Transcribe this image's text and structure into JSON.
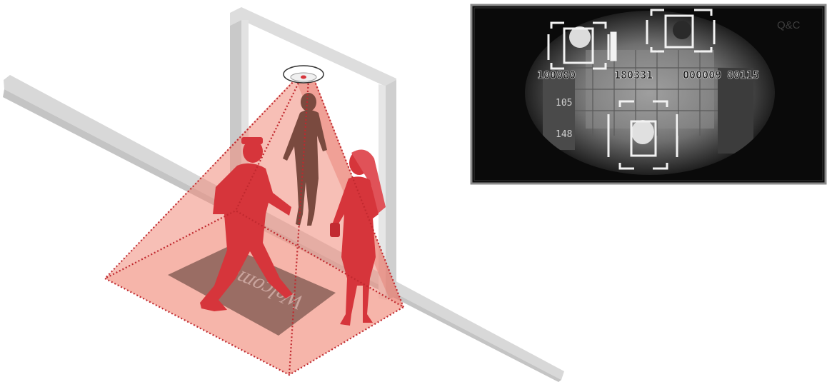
{
  "scene": {
    "floor_mat_text": "Welcome",
    "colors": {
      "coverage_fill": "#f08a7a",
      "coverage_outline": "#c0282e",
      "person_near": "#d6353b",
      "person_far": "#7a4a3f",
      "wall": "#dedede",
      "wall_shade": "#bdbdbd",
      "mat": "#8a6058"
    }
  },
  "camera_view": {
    "brand_mark": "Q&C",
    "overlay_codes": [
      "100080",
      "180331",
      "000009",
      "80115"
    ],
    "row_labels": [
      "105",
      "148"
    ],
    "colors": {
      "frame_border": "#8a8a8a",
      "background": "#0a0a0a",
      "box": "#f2f2f2"
    }
  }
}
